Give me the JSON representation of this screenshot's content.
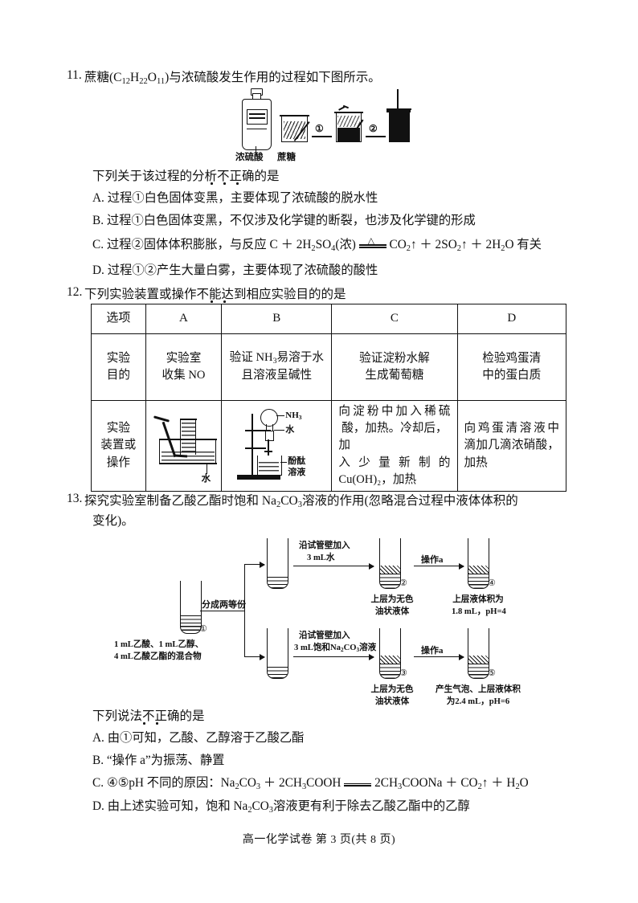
{
  "questions": [
    {
      "number": "11.",
      "stem_a": "蔗糖(C",
      "stem_sub1": "12",
      "stem_b": "H",
      "stem_sub2": "22",
      "stem_c": "O",
      "stem_sub3": "11",
      "stem_d": ")与浓硫酸发生作用的过程如下图所示。",
      "figure": {
        "bottle_label": "浓硫酸",
        "sugar_label": "蔗糖",
        "step1": "①",
        "step2": "②"
      },
      "prompt": "下列关于该过程的分析不正确的是",
      "options": [
        {
          "letter": "A.",
          "text": "过程①白色固体变黑，主要体现了浓硫酸的脱水性"
        },
        {
          "letter": "B.",
          "text": "过程①白色固体变黑，不仅涉及化学键的断裂，也涉及化学键的形成"
        },
        {
          "letter": "C.",
          "text_pre": "过程②固体体积膨胀，与反应 C ＋ 2H",
          "sub1": "2",
          "t2": "SO",
          "sub2": "4",
          "t3": "(浓) ",
          "cond": "△",
          "t4": " CO",
          "sub3": "2",
          "t5": "↑ ＋ 2SO",
          "sub4": "2",
          "t6": "↑ ＋ 2H",
          "sub5": "2",
          "t7": "O 有关"
        },
        {
          "letter": "D.",
          "text": "过程①②产生大量白雾，主要体现了浓硫酸的酸性"
        }
      ]
    },
    {
      "number": "12.",
      "prompt": "下列实验装置或操作不能达到相应实验目的的是",
      "table": {
        "header": [
          "选项",
          "A",
          "B",
          "C",
          "D"
        ],
        "row_purpose_label": [
          "实验",
          "目的"
        ],
        "row_device_label": [
          "实验",
          "装置或",
          "操作"
        ],
        "purposes": [
          {
            "line1": "实验室",
            "line2": "收集 NO"
          },
          {
            "line1_pre": "验证 NH",
            "line1_sub": "3",
            "line1_post": "易溶于水",
            "line2": "且溶液呈碱性"
          },
          {
            "line1": "验证淀粉水解",
            "line2": "生成葡萄糖"
          },
          {
            "line1": "检验鸡蛋清",
            "line2": "中的蛋白质"
          }
        ],
        "device_a_label": "水",
        "device_b_labels": {
          "nh3_pre": "NH",
          "nh3_sub": "3",
          "water": "水",
          "indicator1": "酚酞",
          "indicator2": "溶液"
        },
        "device_c_text": [
          "向淀粉中加入稀硫",
          "酸，加热。冷却后，加",
          "入少量新制的",
          "Cu(OH)₂，加热"
        ],
        "device_d_text": [
          "向鸡蛋清溶液中",
          "滴加几滴浓硝酸，",
          "加热"
        ]
      }
    },
    {
      "number": "13.",
      "stem_line1_a": "探究实验室制备乙酸乙酯时饱和 Na",
      "stem_sub1": "2",
      "stem_line1_b": "CO",
      "stem_sub2": "3",
      "stem_line1_c": "溶液的作用(忽略混合过程中液体体积的",
      "stem_line2": "变化)。",
      "flow": {
        "start_tube_num": "①",
        "start_caption_line1": "1 mL乙酸、1 mL乙醇、",
        "start_caption_line2": "4 mL乙酸乙酯的混合物",
        "split_label": "分成两等份",
        "top_arrow_line1": "沿试管壁加入",
        "top_arrow_line2": "3 mL水",
        "bottom_arrow_line1": "沿试管壁加入",
        "bottom_arrow_line2_a": "3 mL饱和Na",
        "bottom_arrow_line2_sub": "2",
        "bottom_arrow_line2_b": "CO",
        "bottom_arrow_line2_sub2": "3",
        "bottom_arrow_line2_c": "溶液",
        "op_label": "操作a",
        "tube2_num": "②",
        "tube2_cap1": "上层为无色",
        "tube2_cap2": "油状液体",
        "tube3_num": "③",
        "tube3_cap1": "上层为无色",
        "tube3_cap2": "油状液体",
        "tube4_num": "④",
        "tube4_cap1": "上层液体积为",
        "tube4_cap2": "1.8 mL，pH=4",
        "tube5_num": "⑤",
        "tube5_cap1": "产生气泡、上层液体积",
        "tube5_cap2": "为2.4 mL，pH=6"
      },
      "prompt": "下列说法不正确的是",
      "options": [
        {
          "letter": "A.",
          "text": "由①可知，乙酸、乙醇溶于乙酸乙酯"
        },
        {
          "letter": "B.",
          "text": "“操作 a”为振荡、静置"
        },
        {
          "letter": "C.",
          "t1": "④⑤pH 不同的原因：Na",
          "s1": "2",
          "t2": "CO",
          "s2": "3",
          "t3": " ＋ 2CH",
          "s3": "3",
          "t4": "COOH ",
          "t5": " 2CH",
          "s4": "3",
          "t6": "COONa ＋ CO",
          "s5": "2",
          "t7": "↑ ＋ H",
          "s6": "2",
          "t8": "O"
        },
        {
          "letter": "D.",
          "t1": "由上述实验可知，饱和 Na",
          "s1": "2",
          "t2": "CO",
          "s2": "3",
          "t3": "溶液更有利于除去乙酸乙酯中的乙醇"
        }
      ]
    }
  ],
  "footer": "高一化学试卷  第 3 页(共 8 页)"
}
